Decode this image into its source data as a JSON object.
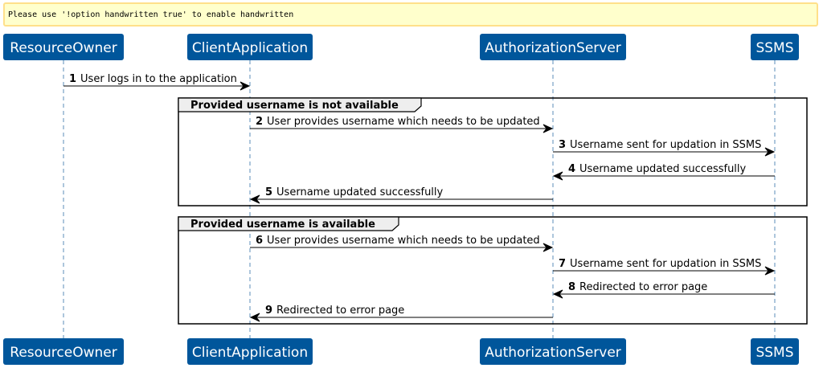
{
  "warning": "Please use '!option handwritten true' to enable handwritten",
  "colors": {
    "participant_fill": "#00569B",
    "lifeline": "#5b8db8",
    "warning_fill": "#FFFFCC",
    "warning_border": "#FFE08A",
    "fragment_header": "#EEEEEE"
  },
  "participants": [
    {
      "id": "ResourceOwner",
      "label": "ResourceOwner"
    },
    {
      "id": "ClientApplication",
      "label": "ClientApplication"
    },
    {
      "id": "AuthorizationServer",
      "label": "AuthorizationServer"
    },
    {
      "id": "SSMS",
      "label": "SSMS"
    }
  ],
  "messages": [
    {
      "num": "1",
      "text": "User logs in to the application",
      "from": "ResourceOwner",
      "to": "ClientApplication"
    },
    {
      "num": "2",
      "text": "User provides username which needs to be updated",
      "from": "ClientApplication",
      "to": "AuthorizationServer"
    },
    {
      "num": "3",
      "text": "Username sent for updation in SSMS",
      "from": "AuthorizationServer",
      "to": "SSMS"
    },
    {
      "num": "4",
      "text": "Username  updated successfully",
      "from": "SSMS",
      "to": "AuthorizationServer"
    },
    {
      "num": "5",
      "text": "Username  updated successfully",
      "from": "AuthorizationServer",
      "to": "ClientApplication"
    },
    {
      "num": "6",
      "text": "User provides username which needs to be updated",
      "from": "ClientApplication",
      "to": "AuthorizationServer"
    },
    {
      "num": "7",
      "text": "Username sent for updation in SSMS",
      "from": "AuthorizationServer",
      "to": "SSMS"
    },
    {
      "num": "8",
      "text": "Redirected to error page",
      "from": "SSMS",
      "to": "AuthorizationServer"
    },
    {
      "num": "9",
      "text": "Redirected to error page",
      "from": "AuthorizationServer",
      "to": "ClientApplication"
    }
  ],
  "fragments": [
    {
      "title": "Provided username is not available",
      "first_message": 2,
      "last_message": 5
    },
    {
      "title": "Provided username is available",
      "first_message": 6,
      "last_message": 9
    }
  ]
}
